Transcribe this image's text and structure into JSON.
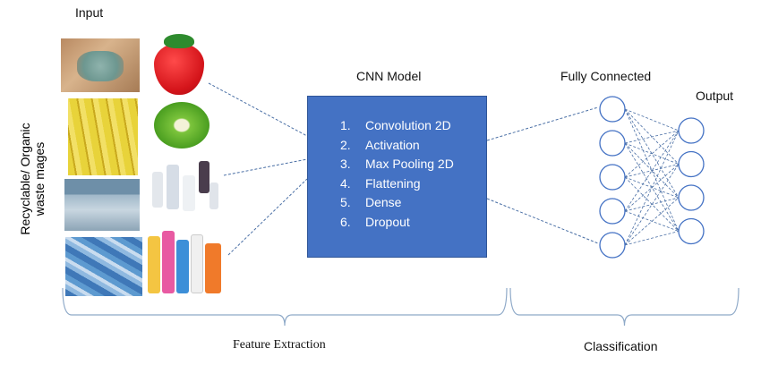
{
  "labels": {
    "input": "Input",
    "cnn_model": "CNN Model",
    "fully_connected": "Fully Connected",
    "output": "Output",
    "side_line1": "Recyclable/ Organic",
    "side_line2": "waste mages",
    "feature_extraction": "Feature Extraction",
    "classification": "Classification"
  },
  "cnn_layers": [
    {
      "num": "1.",
      "name": "Convolution 2D"
    },
    {
      "num": "2.",
      "name": "Activation"
    },
    {
      "num": "3.",
      "name": "Max Pooling 2D"
    },
    {
      "num": "4.",
      "name": "Flattening"
    },
    {
      "num": "5.",
      "name": "Dense"
    },
    {
      "num": "6.",
      "name": "Dropout"
    }
  ],
  "images": [
    "moldy-bread",
    "strawberry",
    "bananas",
    "kiwi",
    "plastic-waste-pile",
    "plastic-bottles-white",
    "plastic-bottles-pile",
    "colored-detergent-bottles"
  ],
  "network": {
    "hidden_nodes": 5,
    "output_nodes": 4
  },
  "colors": {
    "cnn_box": "#4472c4",
    "node_stroke": "#4472c4",
    "dashed_line": "#4a6fa5",
    "brace": "#8ea9c8"
  }
}
